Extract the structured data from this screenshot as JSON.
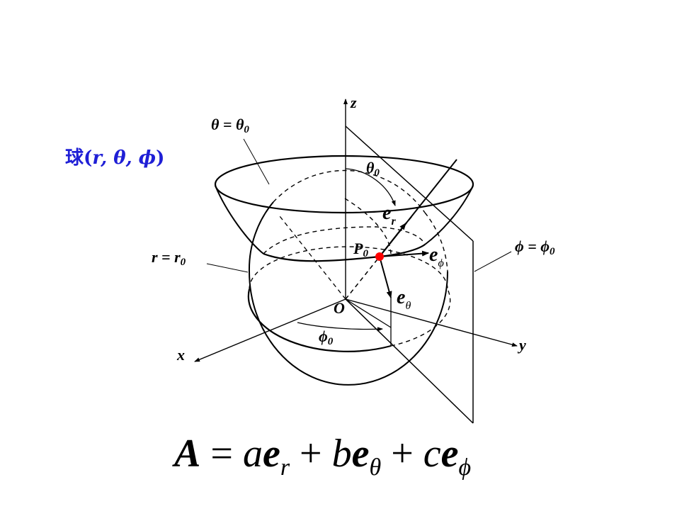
{
  "title": {
    "prefix": "球(",
    "vars": "r, θ, ϕ",
    "suffix": ")"
  },
  "labels": {
    "z_axis": "z",
    "x_axis": "x",
    "y_axis": "y",
    "origin": "O",
    "theta_cone": "θ = θ",
    "theta_cone_sub": "0",
    "phi_plane": "ϕ = ϕ",
    "phi_plane_sub": "0",
    "sphere": "r = r",
    "sphere_sub": "0",
    "theta0_angle": "θ",
    "theta0_angle_sub": "0",
    "phi0_angle": "ϕ",
    "phi0_angle_sub": "0",
    "point": "P",
    "point_sub": "0",
    "e_r": "e",
    "e_r_sub": "r",
    "e_theta": "e",
    "e_theta_sub": "θ",
    "e_phi": "e",
    "e_phi_sub": "ϕ"
  },
  "formula": {
    "A": "A",
    "eq": "=",
    "a": "a",
    "b": "b",
    "c": "c",
    "plus": "+",
    "e": "e",
    "sub_r": "r",
    "sub_theta": "θ",
    "sub_phi": "ϕ"
  },
  "colors": {
    "title": "#1f1fd6",
    "point": "#ff0000",
    "ink": "#000000"
  }
}
